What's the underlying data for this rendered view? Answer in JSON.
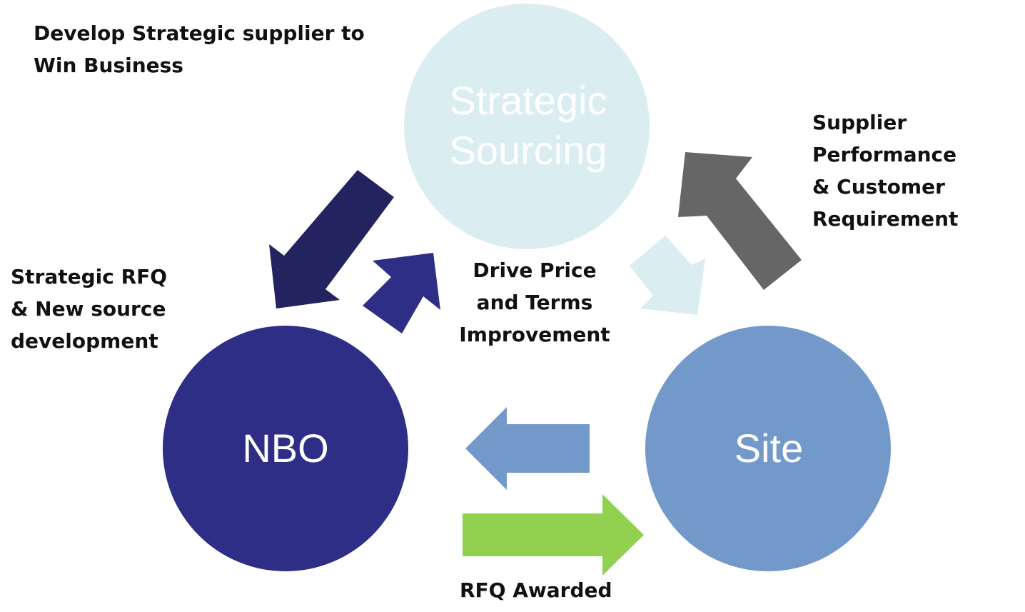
{
  "nodes": {
    "strategic_sourcing": {
      "line1": "Strategic",
      "line2": "Sourcing"
    },
    "nbo": {
      "label": "NBO"
    },
    "site": {
      "label": "Site"
    }
  },
  "annotations": {
    "develop_supplier": {
      "line1": "Develop Strategic supplier to",
      "line2": "Win Business"
    },
    "strategic_rfq": {
      "line1": "Strategic RFQ",
      "line2": "& New source",
      "line3": "development"
    },
    "drive_price": {
      "line1": "Drive Price",
      "line2": "and Terms",
      "line3": "Improvement"
    },
    "supplier_performance": {
      "line1": "Supplier",
      "line2": "Performance",
      "line3": "& Customer",
      "line4": "Requirement"
    },
    "rfq_awarded": {
      "line1": "RFQ Awarded"
    }
  },
  "colors": {
    "strategic_sourcing": "#daedf0",
    "nbo": "#2e2e87",
    "site": "#7399cb",
    "arrow_sourcing_to_nbo": "#23235f",
    "arrow_nbo_to_sourcing": "#2e2e87",
    "arrow_site_to_sourcing": "#666666",
    "arrow_sourcing_to_site": "#daedf0",
    "arrow_site_to_nbo": "#7399cb",
    "arrow_nbo_to_site": "#92d050"
  }
}
